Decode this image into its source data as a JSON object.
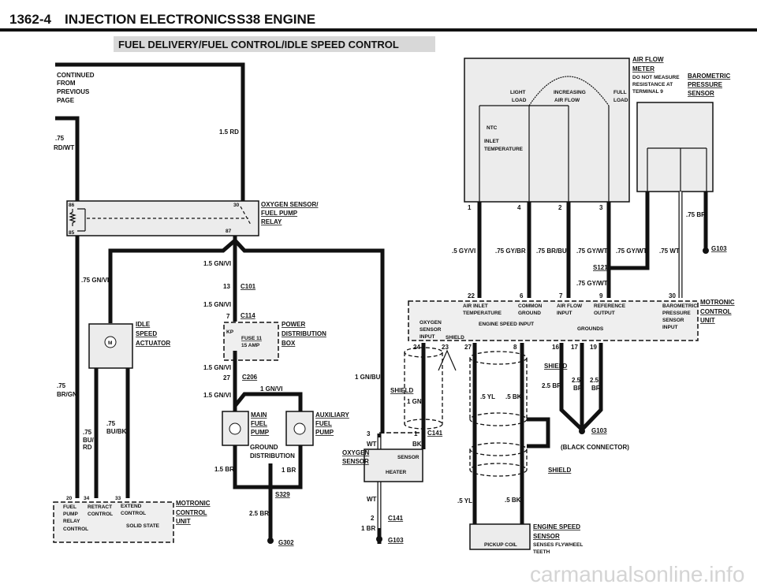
{
  "header": {
    "page": "1362-4",
    "section": "INJECTION ELECTRONICS",
    "engine": "S38 ENGINE"
  },
  "subtitle": "FUEL DELIVERY/FUEL CONTROL/IDLE SPEED CONTROL",
  "continued": [
    "CONTINUED",
    "FROM",
    "PREVIOUS",
    "PAGE"
  ],
  "relay": {
    "name": [
      "OXYGEN SENSOR/",
      "FUEL PUMP",
      "RELAY"
    ],
    "pins": [
      "86",
      "85",
      "30",
      "87"
    ]
  },
  "wires_left": {
    "rdwt": [
      ".75",
      "RD/WT"
    ],
    "rd": "1.5 RD",
    "gnvi75": ".75 GN/VI",
    "gnvi15a": "1.5 GN/VI",
    "gnvi15b": "1.5 GN/VI",
    "gnvi15c": "1.5 GN/VI",
    "gnvi15d": "1.5 GN/VI",
    "brgn": [
      ".75",
      "BR/GN"
    ],
    "burd": [
      ".75",
      "BU/",
      "RD"
    ],
    "bubk": [
      ".75",
      "BU/BK"
    ],
    "gnvi1": "1 GN/VI",
    "br15": "1.5 BR",
    "br1": "1 BR",
    "br25": "2.5 BR",
    "gnbu": "1 GN/BU"
  },
  "connectors": {
    "c101": "C101",
    "c101_pin": "13",
    "c114": "C114",
    "c114_pin": "7",
    "c206": "C206",
    "c206_pin": "27",
    "s329": "S329",
    "g302": "G302"
  },
  "idle_actuator": [
    "IDLE",
    "SPEED",
    "ACTUATOR"
  ],
  "motor_glyph": "M",
  "power_box": {
    "name": [
      "POWER",
      "DISTRIBUTION",
      "BOX"
    ],
    "kp": "KP",
    "fuse": [
      "FUSE 11",
      "15 AMP"
    ]
  },
  "main_pump": [
    "MAIN",
    "FUEL",
    "PUMP"
  ],
  "aux_pump": [
    "AUXILIARY",
    "FUEL",
    "PUMP"
  ],
  "ground_dist": [
    "GROUND",
    "DISTRIBUTION"
  ],
  "ecu_left": {
    "pins": [
      "20",
      "34",
      "33"
    ],
    "fuel_pump": [
      "FUEL",
      "PUMP",
      "RELAY",
      "CONTROL"
    ],
    "retract": [
      "RETRACT",
      "CONTROL"
    ],
    "extend": [
      "EXTEND",
      "CONTROL"
    ],
    "solid_state": "SOLID STATE",
    "name": [
      "MOTRONIC",
      "CONTROL",
      "UNIT"
    ]
  },
  "air_flow_meter": {
    "name": [
      "AIR FLOW",
      "METER"
    ],
    "note": [
      "DO NOT MEASURE",
      "RESISTANCE AT",
      "TERMINAL 9"
    ],
    "light_load": [
      "LIGHT",
      "LOAD"
    ],
    "full_load": [
      "FULL",
      "LOAD"
    ],
    "increasing": [
      "INCREASING",
      "AIR FLOW"
    ],
    "ntc": "NTC",
    "inlet": [
      "INLET",
      "TEMPERATURE"
    ],
    "pins": [
      "1",
      "4",
      "2",
      "3"
    ]
  },
  "baro_sensor": [
    "BAROMETRIC",
    "PRESSURE",
    "SENSOR"
  ],
  "wires_right": {
    "gyvi": ".5 GY/VI",
    "gybr": ".75 GY/BR",
    "brbu": ".75 BR/BU",
    "gywt1": ".75 GY/WT",
    "gywt2": ".75 GY/WT",
    "gywt3": ".75 GY/WT",
    "wt": ".75 WT",
    "br75": ".75 BR",
    "s121": "S121",
    "g103a": "G103"
  },
  "ecu_right": {
    "pins_top": [
      "22",
      "6",
      "7",
      "9",
      "30"
    ],
    "air_inlet": [
      "AIR INLET",
      "TEMPERATURE"
    ],
    "common_ground": [
      "COMMON",
      "GROUND"
    ],
    "air_flow_input": [
      "AIR FLOW",
      "INPUT"
    ],
    "reference": [
      "REFERENCE",
      "OUTPUT"
    ],
    "baro_input": [
      "BAROMETRIC",
      "PRESSURE",
      "SENSOR",
      "INPUT"
    ],
    "oxygen_input": [
      "OXYGEN",
      "SENSOR",
      "INPUT"
    ],
    "shield": "SHIELD",
    "engine_speed": "ENGINE SPEED INPUT",
    "grounds": "GROUNDS",
    "name": [
      "MOTRONIC",
      "CONTROL",
      "UNIT"
    ],
    "pins_bottom": [
      "24",
      "23",
      "27",
      "8",
      "16",
      "17",
      "19"
    ]
  },
  "lower_right": {
    "shield1": "SHIELD",
    "shield2": "SHIELD",
    "shield3": "SHIELD",
    "gn1": "1 GN",
    "yl1": ".5 YL",
    "bk1": ".5 BK",
    "yl2": ".5 YL",
    "bk2": ".5 BK",
    "br25": "2.5 BR",
    "br25b": [
      "2.5",
      "BR"
    ],
    "br25c": [
      "2.5",
      "BR"
    ],
    "g103b": "G103",
    "black_connector": "(BLACK CONNECTOR)",
    "c141a": "C141",
    "c141a_pins": [
      "3",
      "1"
    ],
    "wt1": "WT",
    "bk": "BK",
    "wt2": "WT",
    "c141b": "C141",
    "c141b_pin": "2",
    "br1": "1 BR",
    "g103c": "G103",
    "oxygen_sensor": [
      "OXYGEN",
      "SENSOR"
    ],
    "sensor": "SENSOR",
    "heater": "HEATER",
    "ess_name": [
      "ENGINE SPEED",
      "SENSOR"
    ],
    "ess_note": [
      "SENSES FLYWHEEL",
      "TEETH"
    ],
    "pickup": "PICKUP COIL"
  },
  "watermark": "carmanualsonline.info"
}
